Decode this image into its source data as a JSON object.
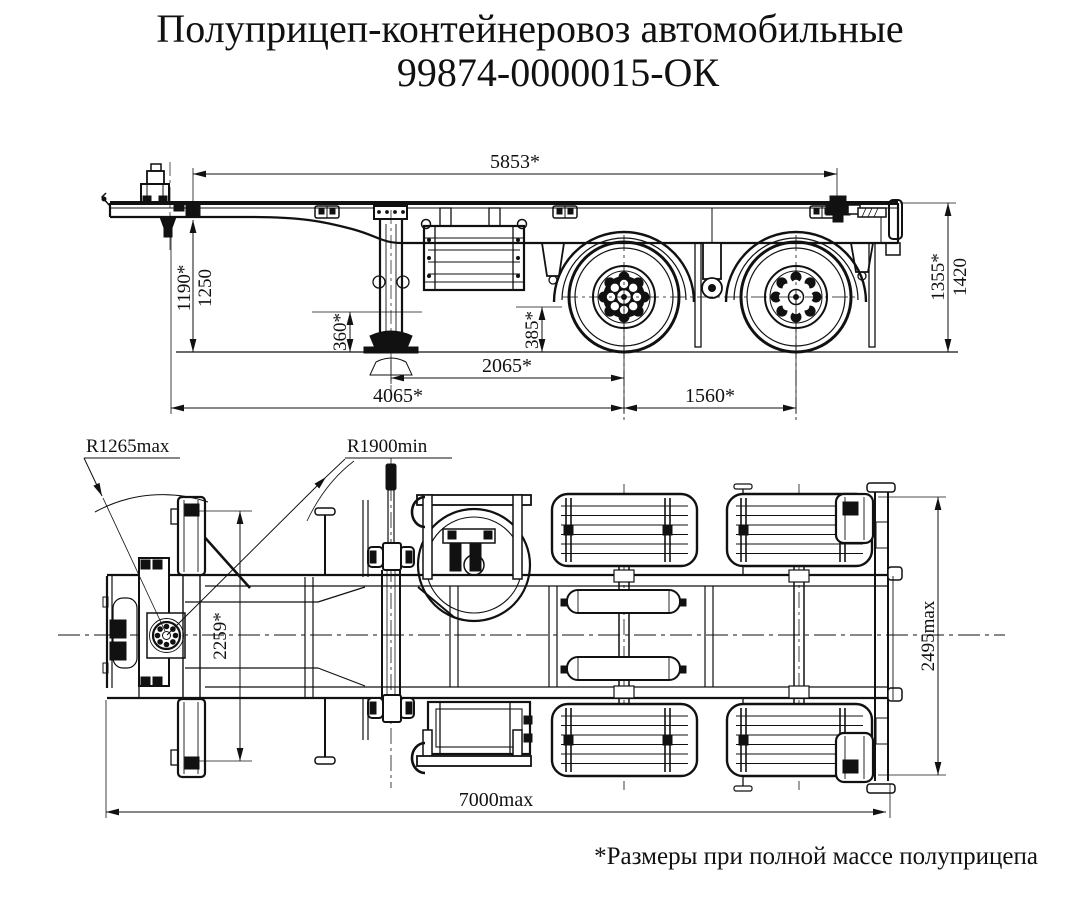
{
  "title": {
    "line1": "Полуприцеп-контейнеровоз автомобильные",
    "line2": "99874-0000015-ОК"
  },
  "side_view": {
    "dims": {
      "d5853": "5853*",
      "d1190": "1190*",
      "d1250": "1250",
      "d360": "360*",
      "d385": "385*",
      "d2065": "2065*",
      "d4065": "4065*",
      "d1560": "1560*",
      "d1355": "1355*",
      "d1420": "1420"
    }
  },
  "plan_view": {
    "dims": {
      "r_front_corner": "R1265max",
      "r_kingpin": "R1900min",
      "d2259": "2259*",
      "width": "2495max",
      "length": "7000max"
    }
  },
  "footnote": "*Размеры при полной массе полуприцепа",
  "colors": {
    "line": "#111111",
    "background": "#ffffff"
  }
}
